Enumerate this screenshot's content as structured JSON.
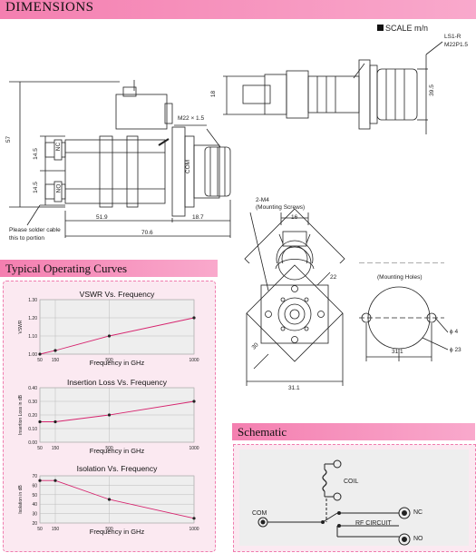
{
  "headers": {
    "dimensions": "DIMENSIONS",
    "typical": "Typical Operating Curves",
    "schematic": "Schematic"
  },
  "scale": "SCALE m/n",
  "side_view": {
    "thread": "M22 × 1.5",
    "nc": "NC",
    "no": "NO",
    "com": "COM",
    "d_total_h": "57",
    "d_nc": "14.5",
    "d_no": "14.5",
    "d_51": "51.9",
    "d_18": "18.7",
    "d_70": "70.6",
    "note_line1": "Please solder cable",
    "note_line2": "this to portion"
  },
  "top_view": {
    "ls1r": "LS1-R",
    "m22": "M22P1.5",
    "d18": "18",
    "d39": "39.5"
  },
  "front_view": {
    "screws_line1": "2-M4",
    "screws_line2": "(Mounting  Screws)",
    "d16": "16",
    "d22": "22",
    "d30": "30",
    "d31": "31.1"
  },
  "holes": {
    "label": "(Mounting  Holes)",
    "d4": "ϕ 4",
    "d23": "ϕ 23",
    "d31": "31.1"
  },
  "chart_data": [
    {
      "type": "line",
      "title": "VSWR Vs. Frequency",
      "xlabel": "Frequency in GHz",
      "ylabel": "VSWR",
      "x": [
        50,
        150,
        500,
        1000
      ],
      "values": [
        1.0,
        1.02,
        1.1,
        1.2
      ],
      "xticks": [
        "50",
        "150",
        "500",
        "1000"
      ],
      "yticks": [
        "1.00",
        "1.10",
        "1.20",
        "1.30"
      ],
      "ylim": [
        1.0,
        1.3
      ],
      "grid": true
    },
    {
      "type": "line",
      "title": "Insertion Loss Vs. Frequency",
      "xlabel": "Frequency in GHz",
      "ylabel": "Insertion Loss in dB",
      "x": [
        50,
        150,
        500,
        1000
      ],
      "values": [
        0.15,
        0.15,
        0.2,
        0.3
      ],
      "xticks": [
        "50",
        "150",
        "500",
        "1000"
      ],
      "yticks": [
        "0.00",
        "0.10",
        "0.20",
        "0.30",
        "0.40"
      ],
      "ylim": [
        0,
        0.4
      ],
      "grid": true
    },
    {
      "type": "line",
      "title": "Isolation Vs. Frequency",
      "xlabel": "Frequency in GHz",
      "ylabel": "Isolation in dB",
      "x": [
        50,
        150,
        500,
        1000
      ],
      "values": [
        65,
        65,
        45,
        25
      ],
      "xticks": [
        "50",
        "150",
        "500",
        "1000"
      ],
      "yticks": [
        "20",
        "30",
        "40",
        "50",
        "60",
        "70"
      ],
      "ylim": [
        20,
        70
      ],
      "grid": true
    }
  ],
  "schematic": {
    "coil": "COIL",
    "com": "COM",
    "nc": "NC",
    "rf": "RF CIRCUIT",
    "no": "NO"
  }
}
